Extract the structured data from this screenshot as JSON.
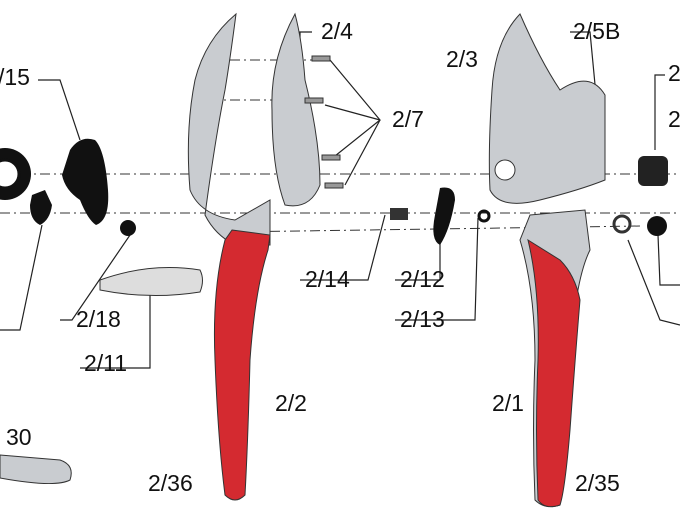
{
  "labels": {
    "l215": "/15",
    "l24": "2/4",
    "l23": "2/3",
    "l25b": "2/5B",
    "l27": "2/7",
    "r1": "2",
    "r2": "2",
    "l214": "2/14",
    "l212": "2/12",
    "l213": "2/13",
    "l218": "2/18",
    "l211": "2/11",
    "l22": "2/2",
    "l21": "2/1",
    "l236": "2/36",
    "l235": "2/35",
    "l30": "30"
  },
  "colors": {
    "handle": "#d42a30",
    "metal": "#c9ccd0",
    "part_black": "#111111"
  }
}
